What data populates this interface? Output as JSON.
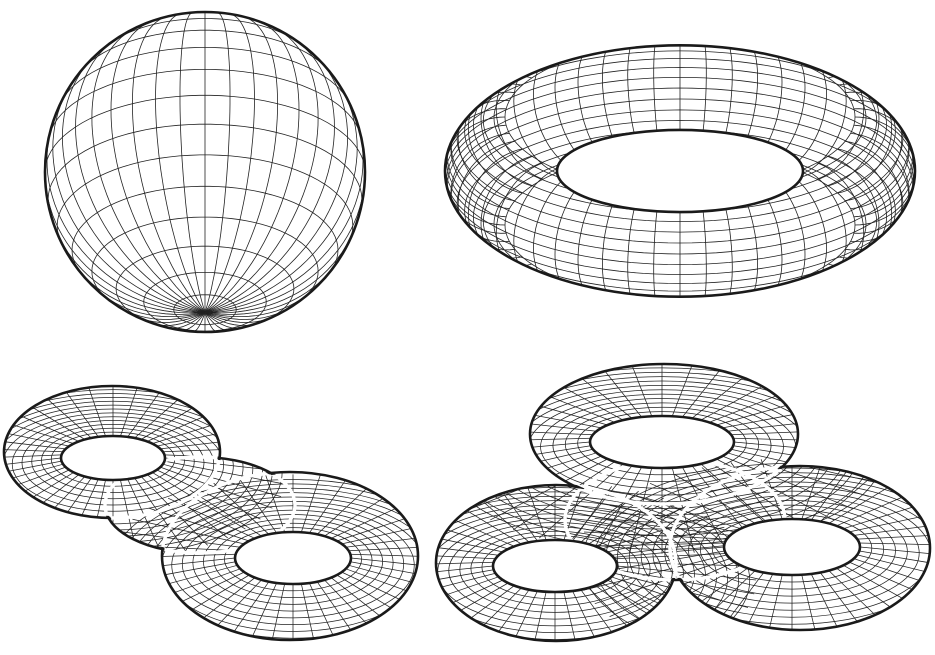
{
  "figure": {
    "background": "#ffffff",
    "stroke_color": "#222222",
    "outline_color": "#1a1a1a",
    "panels": [
      {
        "id": "sphere",
        "genus": 0,
        "mesh_style": "latitude-longitude grid"
      },
      {
        "id": "torus",
        "genus": 1,
        "mesh_style": "toroidal-poloidal grid"
      },
      {
        "id": "double-torus",
        "genus": 2,
        "mesh_style": "curvilinear grid"
      },
      {
        "id": "triple-torus",
        "genus": 3,
        "mesh_style": "curvilinear grid"
      }
    ]
  }
}
